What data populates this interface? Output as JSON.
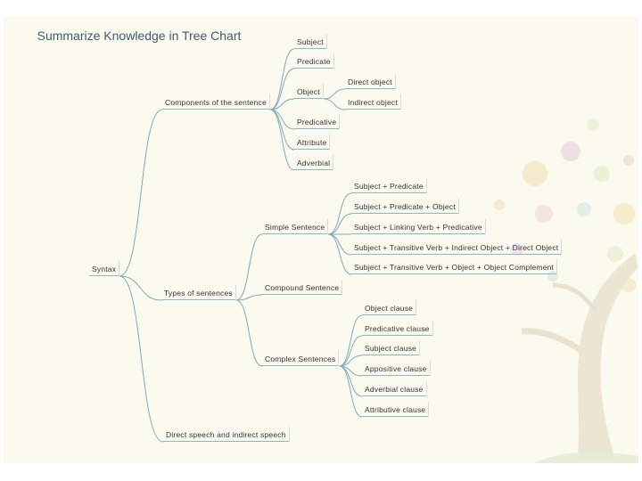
{
  "title": "Summarize Knowledge in Tree Chart",
  "tree": {
    "root": "Syntax",
    "components": {
      "label": "Components of the sentence",
      "subject": "Subject",
      "predicate": "Predicate",
      "object": "Object",
      "direct_object": "Direct object",
      "indirect_object": "Indirect object",
      "predicative": "Predicative",
      "attribute": "Attribute",
      "adverbial": "Adverbial"
    },
    "types": {
      "label": "Types of sentences",
      "simple": {
        "label": "Simple Sentence",
        "patterns": [
          "Subject + Predicate",
          "Subject + Predicate + Object",
          "Subject + Linking Verb + Predicative",
          "Subject + Transitive Verb + Indirect Object + Direct Object",
          "Subject + Transitive Verb + Object + Object Complement"
        ]
      },
      "compound": "Compound Sentence",
      "complex": {
        "label": "Complex Sentences",
        "clauses": [
          "Object clause",
          "Predicative clause",
          "Subject clause",
          "Appositive clause",
          "Adverbial clause",
          "Attributive clause"
        ]
      }
    },
    "speech": "Direct speech and indirect speech"
  }
}
